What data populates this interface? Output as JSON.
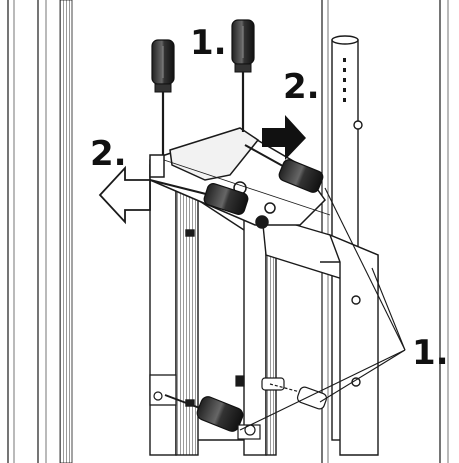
{
  "labels": {
    "top_screwdriver_step": "1.",
    "right_arrow_step": "2.",
    "left_arrow_step": "2.",
    "bottom_screws_step": "1."
  },
  "colors": {
    "line": "#1a1a1a",
    "hatch": "#9a9a9a",
    "arrow_dark": "#111111",
    "arrow_light": "#ffffff",
    "background": "#ffffff"
  },
  "icons": {
    "screwdriver": "screwdriver-icon",
    "push_arrow": "arrow-right-icon",
    "pull_arrow": "arrow-left-outline-icon"
  }
}
